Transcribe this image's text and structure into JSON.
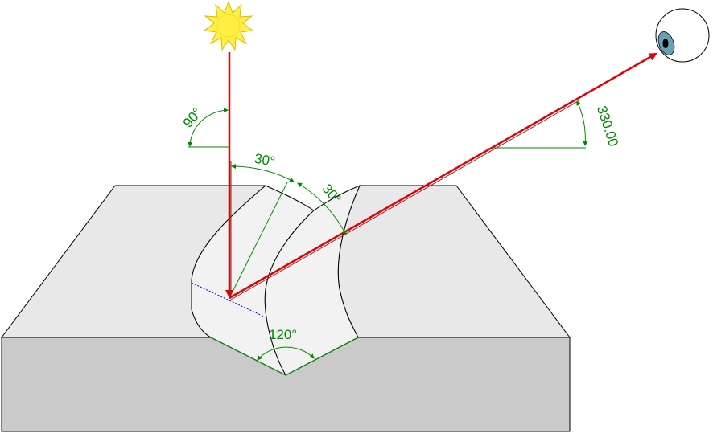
{
  "colors": {
    "block_top": "#e8e8e8",
    "block_front": "#cacaca",
    "groove_face": "#f2f2f2",
    "outline": "#000000",
    "ray": "#e30000",
    "ray_shadow": "#8b2a2a",
    "annotation": "#008a00",
    "normal_line": "#0000ff",
    "sun_fill": "#ffee44",
    "sun_stroke": "#d4c000",
    "eye_iris": "#6aa0b4"
  },
  "icons": {
    "sun": "sun-icon",
    "eye": "eye-icon"
  },
  "labels": {
    "sun_elevation": "90°",
    "incidence_angle": "30°",
    "reflection_angle": "30°",
    "viewer_elevation": "330.00",
    "groove_angle": "120°"
  }
}
